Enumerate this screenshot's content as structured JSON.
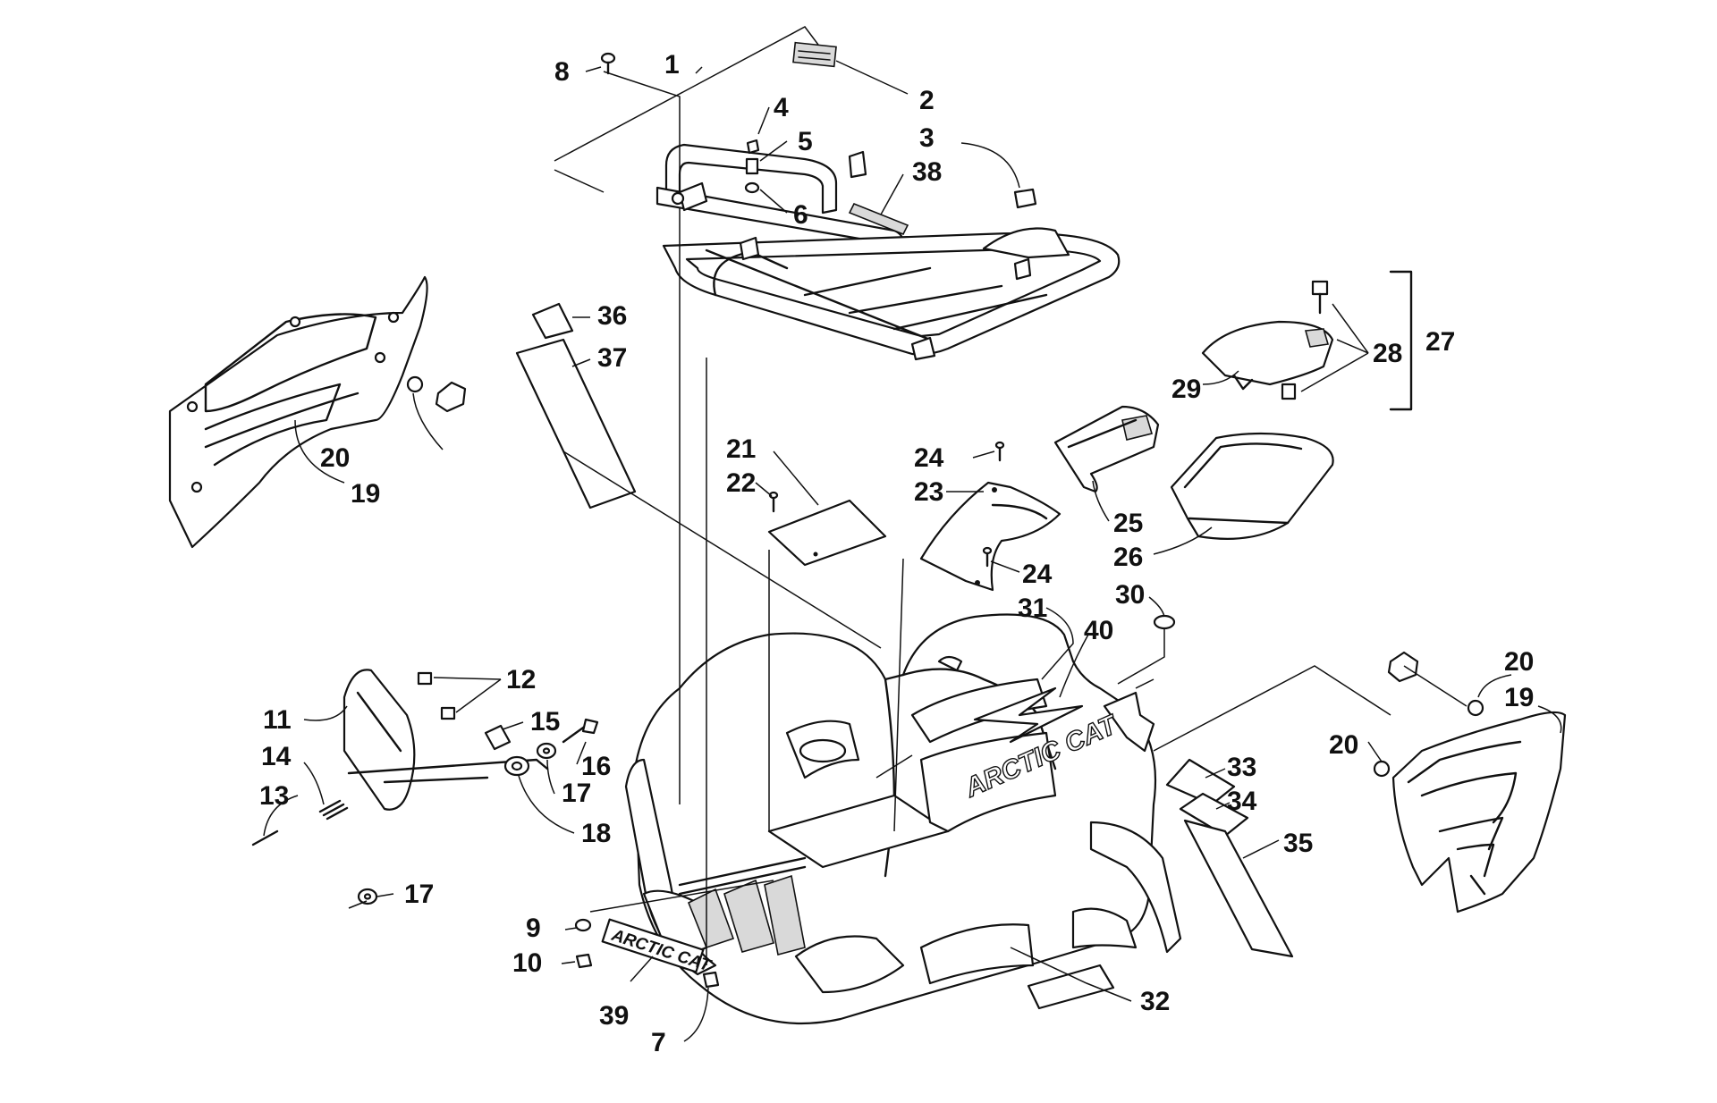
{
  "logo_text": "ARCTIC CAT",
  "callouts": [
    {
      "n": "1"
    },
    {
      "n": "2"
    },
    {
      "n": "3"
    },
    {
      "n": "4"
    },
    {
      "n": "5"
    },
    {
      "n": "6"
    },
    {
      "n": "7"
    },
    {
      "n": "8"
    },
    {
      "n": "9"
    },
    {
      "n": "10"
    },
    {
      "n": "11"
    },
    {
      "n": "12"
    },
    {
      "n": "13"
    },
    {
      "n": "14"
    },
    {
      "n": "15"
    },
    {
      "n": "16"
    },
    {
      "n": "17"
    },
    {
      "n": "17"
    },
    {
      "n": "18"
    },
    {
      "n": "19"
    },
    {
      "n": "19"
    },
    {
      "n": "20"
    },
    {
      "n": "20"
    },
    {
      "n": "20"
    },
    {
      "n": "21"
    },
    {
      "n": "22"
    },
    {
      "n": "23"
    },
    {
      "n": "24"
    },
    {
      "n": "24"
    },
    {
      "n": "25"
    },
    {
      "n": "26"
    },
    {
      "n": "27"
    },
    {
      "n": "28"
    },
    {
      "n": "29"
    },
    {
      "n": "30"
    },
    {
      "n": "31"
    },
    {
      "n": "32"
    },
    {
      "n": "33"
    },
    {
      "n": "34"
    },
    {
      "n": "35"
    },
    {
      "n": "36"
    },
    {
      "n": "37"
    },
    {
      "n": "38"
    },
    {
      "n": "39"
    },
    {
      "n": "40"
    }
  ]
}
